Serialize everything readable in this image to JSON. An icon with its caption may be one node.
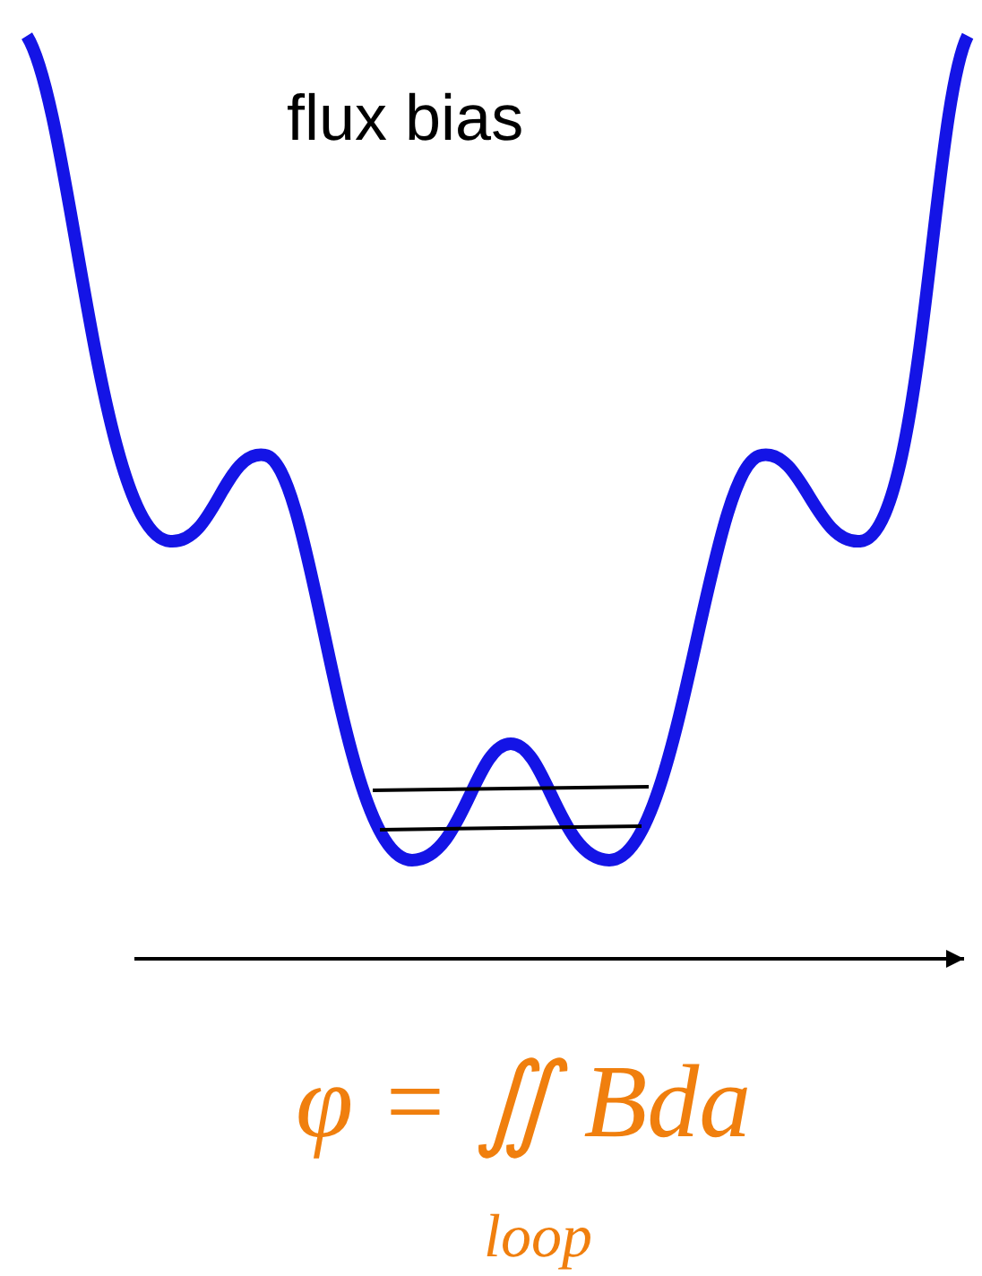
{
  "diagram": {
    "labels": [
      "flux bias",
      "φ = ∬ Bda",
      "loop"
    ]
  }
}
